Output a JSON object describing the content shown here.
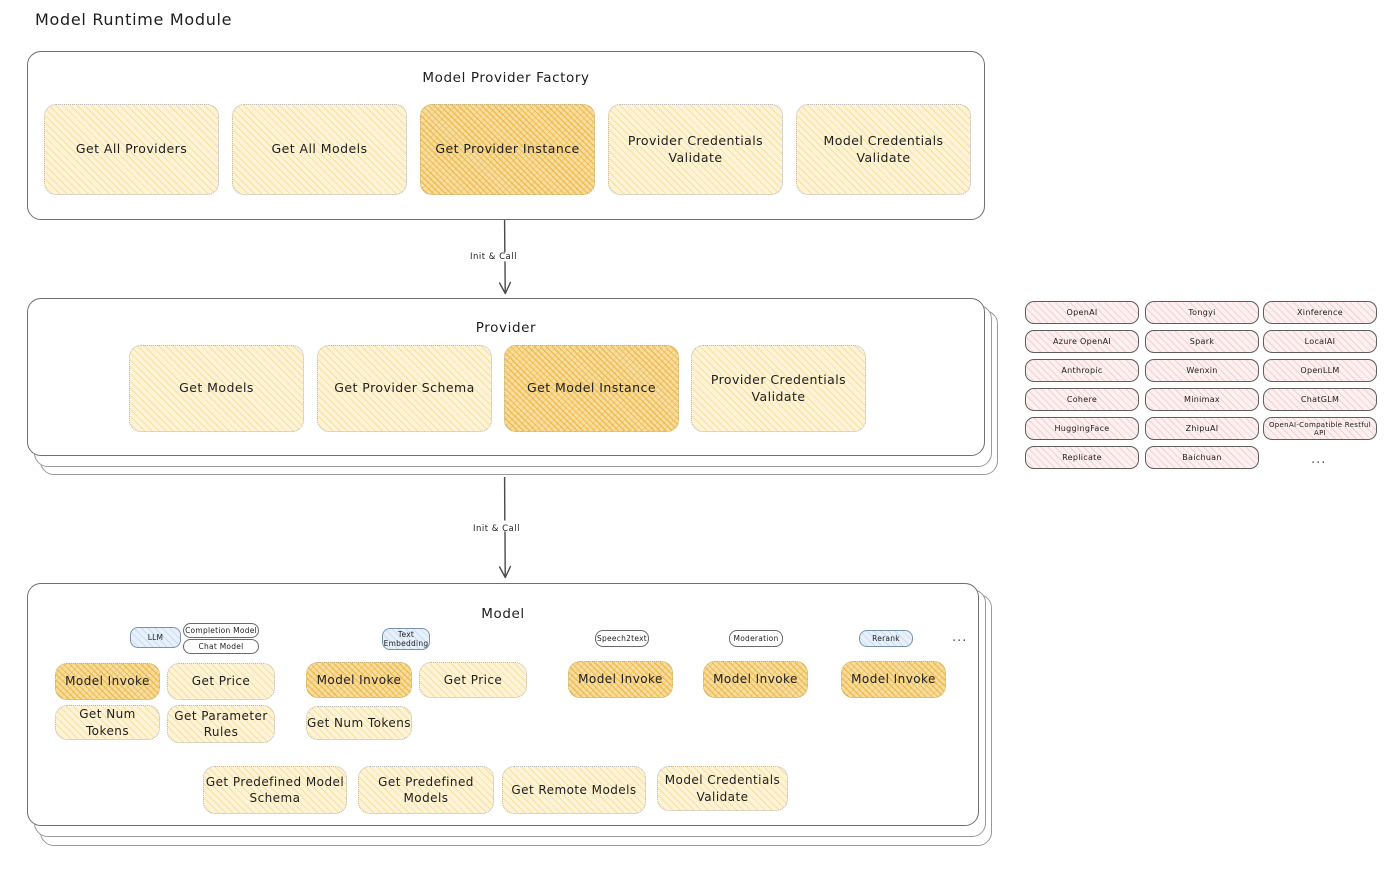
{
  "page": {
    "title": "Model Runtime Module"
  },
  "factory": {
    "title": "Model Provider Factory",
    "nodes": [
      {
        "label": "Get All Providers",
        "highlighted": false
      },
      {
        "label": "Get All Models",
        "highlighted": false
      },
      {
        "label": "Get Provider Instance",
        "highlighted": true
      },
      {
        "label": "Provider Credentials Validate",
        "highlighted": false
      },
      {
        "label": "Model Credentials Validate",
        "highlighted": false
      }
    ]
  },
  "connector_1": {
    "label": "Init & Call"
  },
  "connector_2": {
    "label": "Init & Call"
  },
  "provider": {
    "title": "Provider",
    "nodes": [
      {
        "label": "Get Models",
        "highlighted": false
      },
      {
        "label": "Get Provider Schema",
        "highlighted": false
      },
      {
        "label": "Get Model Instance",
        "highlighted": true
      },
      {
        "label": "Provider Credentials Validate",
        "highlighted": false
      }
    ]
  },
  "provider_list": {
    "columns": [
      {
        "items": [
          "OpenAI",
          "Azure OpenAI",
          "Anthropic",
          "Cohere",
          "HuggingFace",
          "Replicate"
        ]
      },
      {
        "items": [
          "Tongyi",
          "Spark",
          "Wenxin",
          "Minimax",
          "ZhipuAI",
          "Baichuan"
        ]
      },
      {
        "items": [
          "Xinference",
          "LocalAI",
          "OpenLLM",
          "ChatGLM",
          "OpenAI-Compatible Restful API"
        ]
      }
    ],
    "more": "..."
  },
  "model": {
    "title": "Model",
    "more": "...",
    "groups": [
      {
        "badge": "LLM",
        "badge_color": "blue",
        "sub_badges": [
          "Completion Model",
          "Chat Model"
        ],
        "nodes": [
          {
            "label": "Model Invoke",
            "highlighted": true
          },
          {
            "label": "Get Price",
            "highlighted": false
          },
          {
            "label": "Get Num Tokens",
            "highlighted": false
          },
          {
            "label": "Get Parameter Rules",
            "highlighted": false
          }
        ]
      },
      {
        "badge": "Text Embedding",
        "badge_color": "blue",
        "sub_badges": [],
        "nodes": [
          {
            "label": "Model Invoke",
            "highlighted": true
          },
          {
            "label": "Get Price",
            "highlighted": false
          },
          {
            "label": "Get Num Tokens",
            "highlighted": false
          }
        ]
      },
      {
        "badge": "Speech2text",
        "badge_color": "white",
        "sub_badges": [],
        "nodes": [
          {
            "label": "Model Invoke",
            "highlighted": true
          }
        ]
      },
      {
        "badge": "Moderation",
        "badge_color": "white",
        "sub_badges": [],
        "nodes": [
          {
            "label": "Model Invoke",
            "highlighted": true
          }
        ]
      },
      {
        "badge": "Rerank",
        "badge_color": "blue",
        "sub_badges": [],
        "nodes": [
          {
            "label": "Model Invoke",
            "highlighted": true
          }
        ]
      }
    ],
    "shared_nodes": [
      {
        "label": "Get Predefined Model Schema"
      },
      {
        "label": "Get Predefined Models"
      },
      {
        "label": "Get Remote Models"
      },
      {
        "label": "Model Credentials Validate"
      }
    ]
  },
  "colors": {
    "node_fill": "#fdf3d7",
    "node_highlight": "#f8dda0",
    "chip_fill": "#fdf0f0",
    "badge_blue": "#e8f1fb",
    "stroke": "#6f6f6f",
    "text": "#1e1e1e"
  }
}
